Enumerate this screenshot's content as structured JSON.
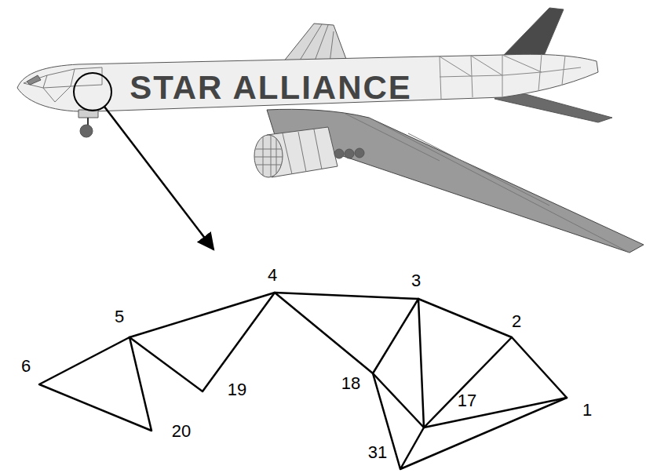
{
  "diagram": {
    "labels": [
      "STAR ALLIANCE",
      "4",
      "3",
      "5",
      "2",
      "6",
      "19",
      "18",
      "17",
      "1",
      "20",
      "31"
    ]
  }
}
